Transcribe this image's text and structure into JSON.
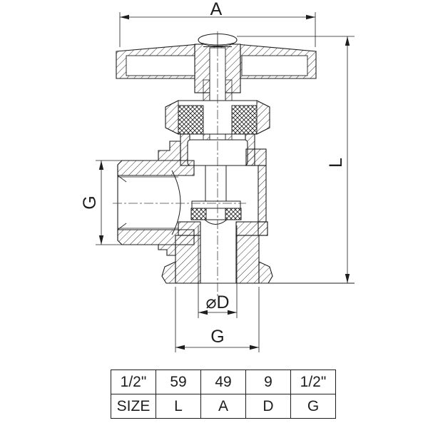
{
  "drawing": {
    "type": "valve-cross-section",
    "dimension_labels": {
      "top_width": "A",
      "right_height": "L",
      "side_port_thread": "G",
      "bottom_bore_diameter": "⌀D",
      "bottom_port_thread": "G"
    }
  },
  "spec_table": {
    "rows": [
      {
        "cells": [
          "1/2\"",
          "59",
          "49",
          "9",
          "1/2\""
        ]
      },
      {
        "cells": [
          "SIZE",
          "L",
          "A",
          "D",
          "G"
        ]
      }
    ]
  },
  "colors": {
    "line": "#1e1e1e",
    "background": "#ffffff"
  }
}
